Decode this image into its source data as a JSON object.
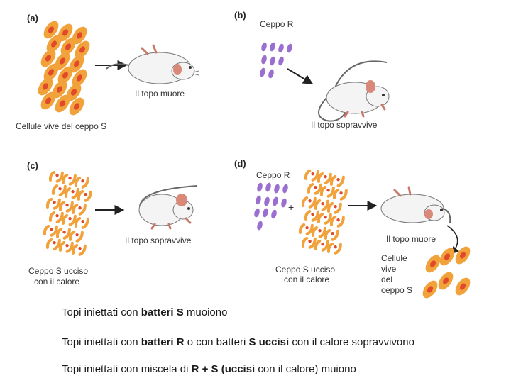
{
  "panels": {
    "a": {
      "letter": "(a)",
      "cells_label": "Cellule vive del ceppo S",
      "mouse_label": "Il topo muore"
    },
    "b": {
      "letter": "(b)",
      "strain_label": "Ceppo R",
      "mouse_label": "Il topo sopravvive"
    },
    "c": {
      "letter": "(c)",
      "cells_label_1": "Ceppo S ucciso",
      "cells_label_2": "con il calore",
      "mouse_label": "Il topo sopravvive"
    },
    "d": {
      "letter": "(d)",
      "strain_label": "Ceppo R",
      "plus": "+",
      "cells_label_1": "Ceppo S ucciso",
      "cells_label_2": "con il calore",
      "mouse_label": "Il topo muore",
      "result_1": "Cellule",
      "result_2": "vive",
      "result_3": "del",
      "result_4": "ceppo S"
    }
  },
  "captions": [
    {
      "pre": "Topi iniettati con ",
      "b1": "batteri S",
      "mid": " muoiono",
      "b2": "",
      "post": ""
    },
    {
      "pre": "Topi iniettati con ",
      "b1": "batteri R",
      "mid": " o con batteri ",
      "b2": "S uccisi",
      "post": " con il calore sopravvivono"
    },
    {
      "pre": "Topi iniettati con miscela di ",
      "b1": "R + S (uccisi",
      "mid": " con il calore) muiono",
      "b2": "",
      "post": ""
    }
  ],
  "colors": {
    "s_cell_outer": "#f2a23a",
    "s_cell_core": "#e04a2a",
    "r_cell": "#9b6fd0",
    "mouse_body": "#f4f4f4",
    "ear": "#d9897a",
    "arrow": "#222222"
  }
}
